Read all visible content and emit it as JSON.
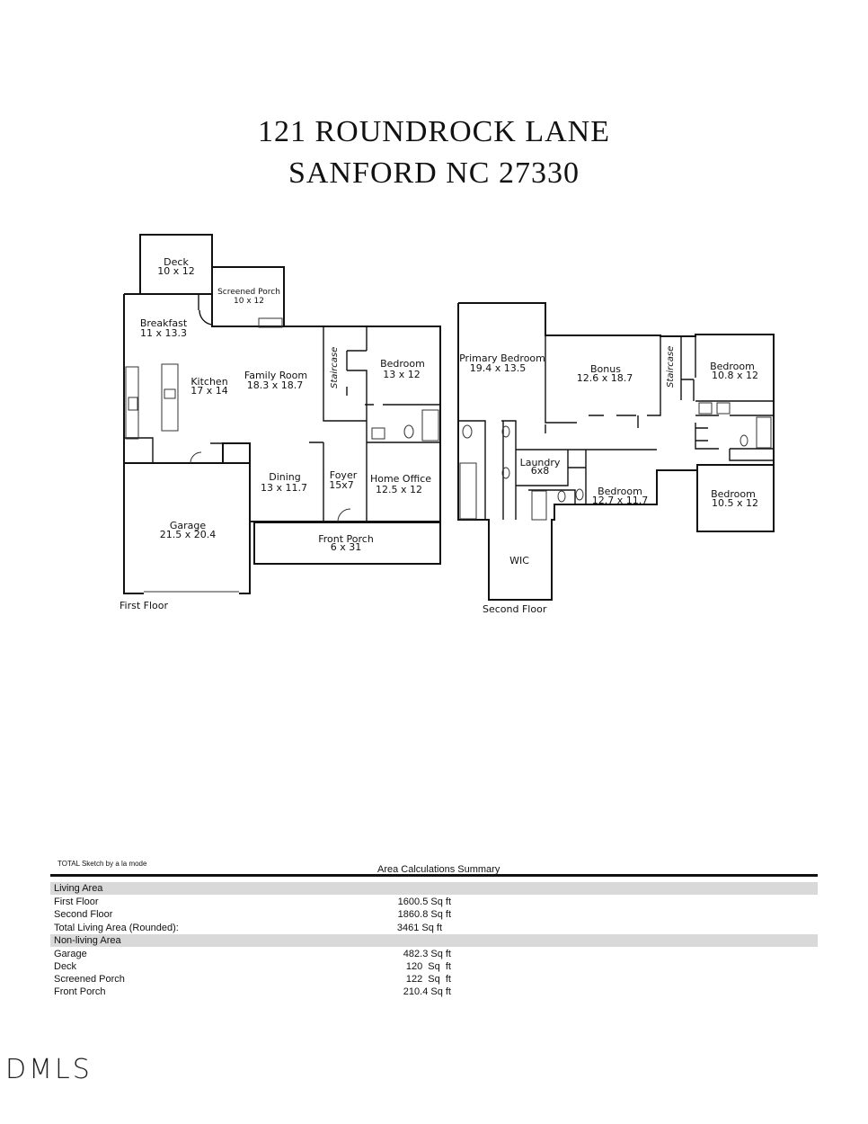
{
  "header": {
    "address_line1": "121 ROUNDROCK LANE",
    "address_line2": "SANFORD NC 27330"
  },
  "floor_plan": {
    "first_floor_label": "First Floor",
    "second_floor_label": "Second Floor",
    "rooms": {
      "deck": {
        "name": "Deck",
        "dims": "10 x 12"
      },
      "screened_porch": {
        "name": "Screened Porch",
        "dims": "10 x 12"
      },
      "breakfast": {
        "name": "Breakfast",
        "dims": "11 x 13.3"
      },
      "kitchen": {
        "name": "Kitchen",
        "dims": "17 x 14"
      },
      "family_room": {
        "name": "Family Room",
        "dims": "18.3 x 18.7"
      },
      "staircase1": {
        "name": "Staircase"
      },
      "bedroom1": {
        "name": "Bedroom",
        "dims": "13 x 12"
      },
      "dining": {
        "name": "Dining",
        "dims": "13 x 11.7"
      },
      "foyer": {
        "name": "Foyer",
        "dims": "15x7"
      },
      "home_office": {
        "name": "Home Office",
        "dims": "12.5 x 12"
      },
      "garage": {
        "name": "Garage",
        "dims": "21.5 x 20.4"
      },
      "front_porch": {
        "name": "Front Porch",
        "dims": "6 x 31"
      },
      "primary_bedroom": {
        "name": "Primary Bedroom",
        "dims": "19.4 x 13.5"
      },
      "bonus": {
        "name": "Bonus",
        "dims": "12.6 x 18.7"
      },
      "staircase2": {
        "name": "Staircase"
      },
      "bedroom2": {
        "name": "Bedroom",
        "dims": "10.8 x 12"
      },
      "laundry": {
        "name": "Laundry",
        "dims": "6x8"
      },
      "bedroom3": {
        "name": "Bedroom",
        "dims": "12.7 x 11.7"
      },
      "bedroom4": {
        "name": "Bedroom",
        "dims": "10.5 x 12"
      },
      "wic": {
        "name": "WIC"
      }
    }
  },
  "summary": {
    "credit": "TOTAL Sketch by a la mode",
    "title": "Area Calculations Summary",
    "living_header": "Living Area",
    "living_rows": [
      {
        "label": "First Floor",
        "value": "1600.5 Sq ft"
      },
      {
        "label": "Second Floor",
        "value": "1860.8 Sq ft"
      },
      {
        "label": "Total Living Area (Rounded):",
        "value": "3461 Sq ft"
      }
    ],
    "nonliving_header": "Non-living Area",
    "nonliving_rows": [
      {
        "label": "Garage",
        "value": "482.3 Sq ft"
      },
      {
        "label": "Deck",
        "value": "120  Sq  ft"
      },
      {
        "label": "Screened Porch",
        "value": "122  Sq  ft"
      },
      {
        "label": "Front Porch",
        "value": "210.4 Sq ft"
      }
    ]
  },
  "footer": {
    "logo_text": "DMLS"
  }
}
